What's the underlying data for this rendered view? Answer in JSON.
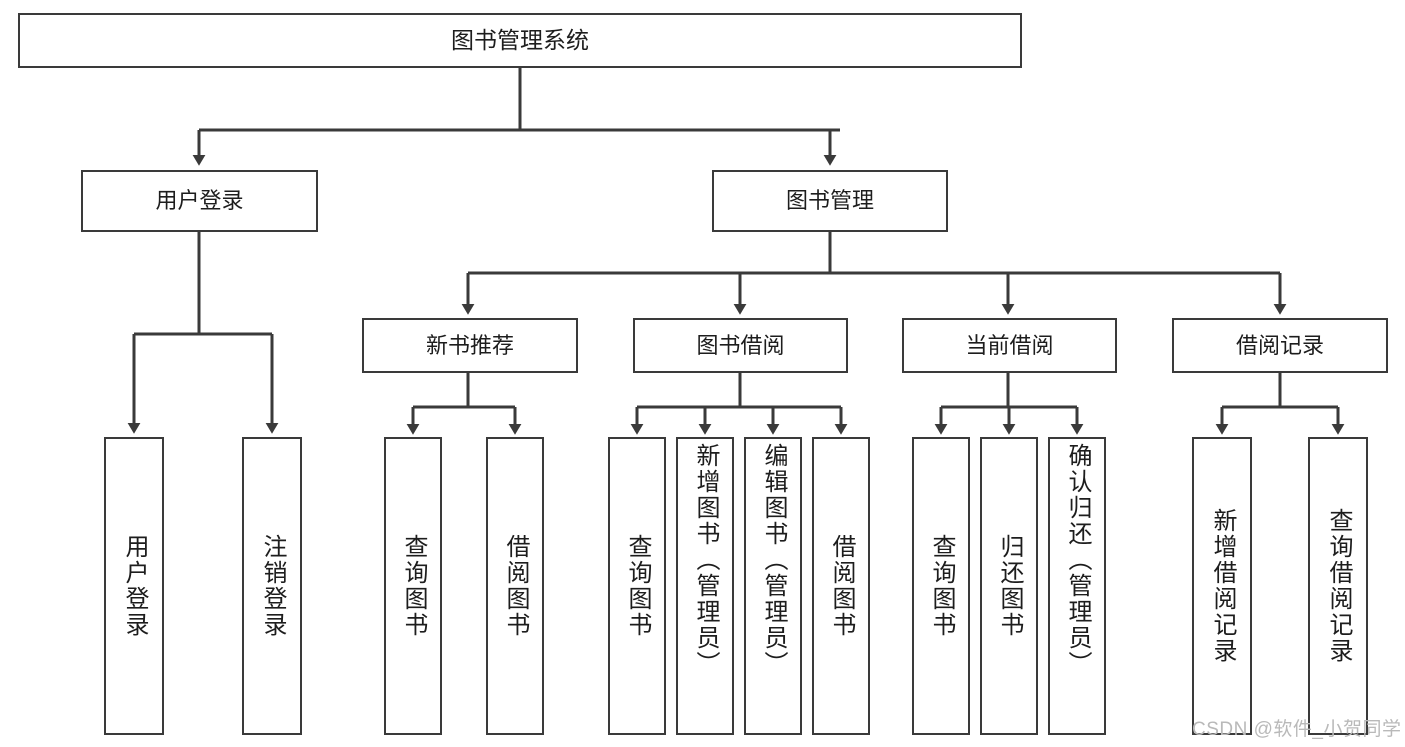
{
  "diagram": {
    "title": "图书管理系统",
    "type": "tree-hierarchy-chart",
    "stroke_color": "#3a3a3a",
    "text_color": "#1d1d1d",
    "background_color": "#ffffff",
    "nodes": {
      "root": {
        "label": "图书管理系统"
      },
      "level2": [
        {
          "id": "user-login",
          "label": "用户登录"
        },
        {
          "id": "book-management",
          "label": "图书管理"
        }
      ],
      "level3": [
        {
          "id": "new-book-recommend",
          "label": "新书推荐"
        },
        {
          "id": "book-borrow",
          "label": "图书借阅"
        },
        {
          "id": "current-borrow",
          "label": "当前借阅"
        },
        {
          "id": "borrow-record",
          "label": "借阅记录"
        }
      ],
      "leaves": [
        {
          "id": "leaf-user-login",
          "label": "用户登录",
          "parent": "user-login"
        },
        {
          "id": "leaf-logout-login",
          "label": "注销登录",
          "parent": "user-login"
        },
        {
          "id": "leaf-query-book-1",
          "label": "查询图书",
          "parent": "new-book-recommend"
        },
        {
          "id": "leaf-borrow-book-1",
          "label": "借阅图书",
          "parent": "new-book-recommend"
        },
        {
          "id": "leaf-query-book-2",
          "label": "查询图书",
          "parent": "book-borrow"
        },
        {
          "id": "leaf-add-book",
          "label": "新增图书（管理员）",
          "parent": "book-borrow"
        },
        {
          "id": "leaf-edit-book",
          "label": "编辑图书（管理员）",
          "parent": "book-borrow"
        },
        {
          "id": "leaf-borrow-book-2",
          "label": "借阅图书",
          "parent": "book-borrow"
        },
        {
          "id": "leaf-query-book-3",
          "label": "查询图书",
          "parent": "current-borrow"
        },
        {
          "id": "leaf-return-book",
          "label": "归还图书",
          "parent": "current-borrow"
        },
        {
          "id": "leaf-confirm-return",
          "label": "确认归还（管理员）",
          "parent": "current-borrow"
        },
        {
          "id": "leaf-add-record",
          "label": "新增借阅记录",
          "parent": "borrow-record"
        },
        {
          "id": "leaf-query-record",
          "label": "查询借阅记录",
          "parent": "borrow-record"
        }
      ]
    }
  },
  "watermark": {
    "text": "CSDN @软件_小贺同学"
  }
}
